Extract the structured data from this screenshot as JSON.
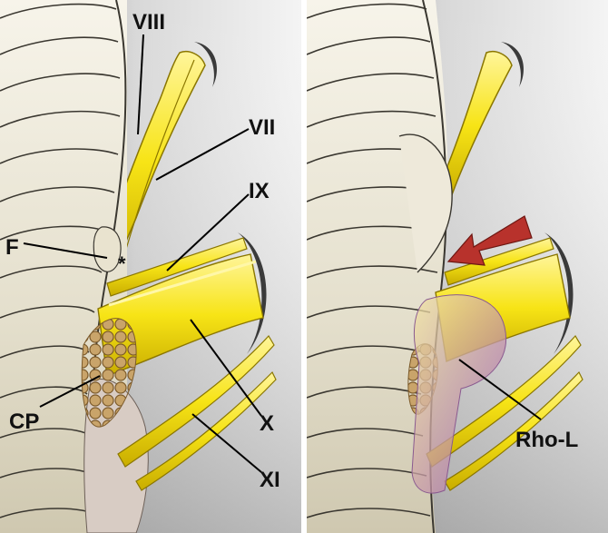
{
  "colors": {
    "nerve": "#f7e416",
    "nerve_shadow": "#b39a00",
    "cerebellum": "#ebe6d6",
    "cerebellum_line": "#3a3730",
    "background_light": "#f1f1f1",
    "background_dark": "#5c5c5c",
    "choroid_plexus": "#c9a46a",
    "rhomboid_lip": "#9a5fa8",
    "arrow": "#b8322c",
    "divider": "#ffffff",
    "label_line": "#000000"
  },
  "left_panel": {
    "labels": {
      "viii": "VIII",
      "vii": "VII",
      "ix": "IX",
      "f": "F",
      "asterisk": "*",
      "cp": "CP",
      "x": "X",
      "xi": "XI"
    }
  },
  "right_panel": {
    "labels": {
      "rho_l": "Rho-L"
    }
  }
}
